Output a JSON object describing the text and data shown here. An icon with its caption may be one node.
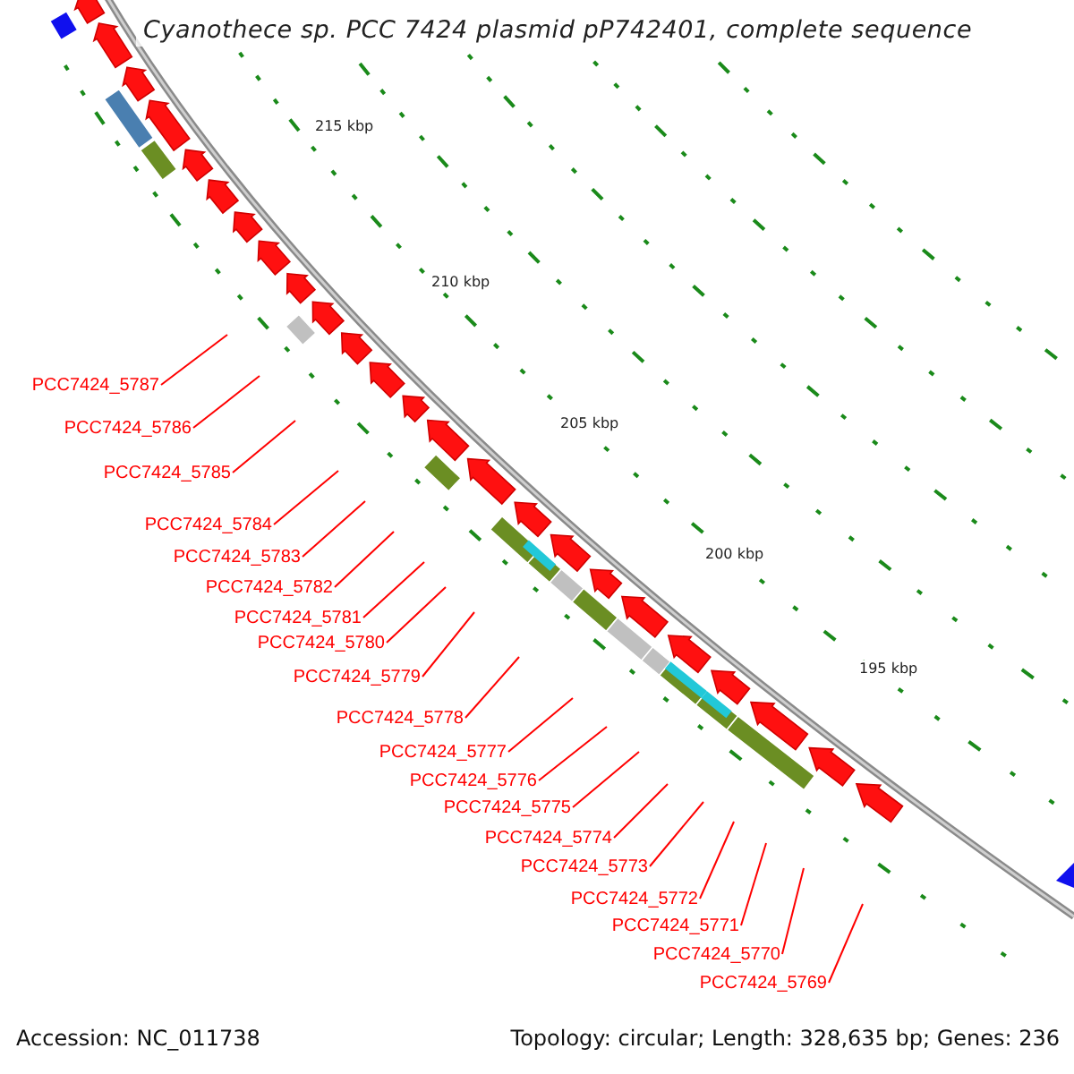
{
  "diagram": {
    "title": "Cyanothece sp. PCC 7424 plasmid pP742401, complete sequence",
    "nodes": [
      {
        "text": [
          "PCC7424_5787"
        ]
      },
      {
        "text": [
          "PCC7424_5786"
        ]
      },
      {
        "text": [
          "PCC7424_5785"
        ]
      },
      {
        "text": [
          "PCC7424_5784"
        ]
      },
      {
        "text": [
          "PCC7424_5783"
        ]
      },
      {
        "text": [
          "PCC7424_5782"
        ]
      },
      {
        "text": [
          "PCC7424_5781"
        ]
      },
      {
        "text": [
          "PCC7424_5780"
        ]
      },
      {
        "text": [
          "PCC7424_5779"
        ]
      },
      {
        "text": [
          "PCC7424_5778"
        ]
      },
      {
        "text": [
          "PCC7424_5777"
        ]
      },
      {
        "text": [
          "PCC7424_5776"
        ]
      },
      {
        "text": [
          "PCC7424_5775"
        ]
      },
      {
        "text": [
          "PCC7424_5774"
        ]
      },
      {
        "text": [
          "PCC7424_5773"
        ]
      },
      {
        "text": [
          "PCC7424_5772"
        ]
      },
      {
        "text": [
          "PCC7424_5771"
        ]
      },
      {
        "text": [
          "PCC7424_5770"
        ]
      },
      {
        "text": [
          "PCC7424_5769"
        ]
      }
    ],
    "edges": [
      {
        "from": 0,
        "to": null,
        "arrow": "none"
      },
      {
        "from": 1,
        "to": null,
        "arrow": "none"
      },
      {
        "from": 2,
        "to": null,
        "arrow": "none"
      },
      {
        "from": 3,
        "to": null,
        "arrow": "none"
      },
      {
        "from": 4,
        "to": null,
        "arrow": "none"
      },
      {
        "from": 5,
        "to": null,
        "arrow": "none"
      },
      {
        "from": 6,
        "to": null,
        "arrow": "none"
      },
      {
        "from": 7,
        "to": null,
        "arrow": "none"
      },
      {
        "from": 8,
        "to": null,
        "arrow": "none"
      },
      {
        "from": 9,
        "to": null,
        "arrow": "none"
      },
      {
        "from": 10,
        "to": null,
        "arrow": "none"
      },
      {
        "from": 11,
        "to": null,
        "arrow": "none"
      },
      {
        "from": 12,
        "to": null,
        "arrow": "none"
      },
      {
        "from": 13,
        "to": null,
        "arrow": "none"
      },
      {
        "from": 14,
        "to": null,
        "arrow": "none"
      },
      {
        "from": 15,
        "to": null,
        "arrow": "none"
      },
      {
        "from": 16,
        "to": null,
        "arrow": "none"
      },
      {
        "from": 17,
        "to": null,
        "arrow": "none"
      },
      {
        "from": 18,
        "to": null,
        "arrow": "none"
      }
    ],
    "labels": [
      "215 kbp",
      "210 kbp",
      "205 kbp",
      "200 kbp",
      "195 kbp",
      "Accession: NC_011738",
      "Topology: circular; Length: 328,635 bp; Genes: 236"
    ]
  }
}
